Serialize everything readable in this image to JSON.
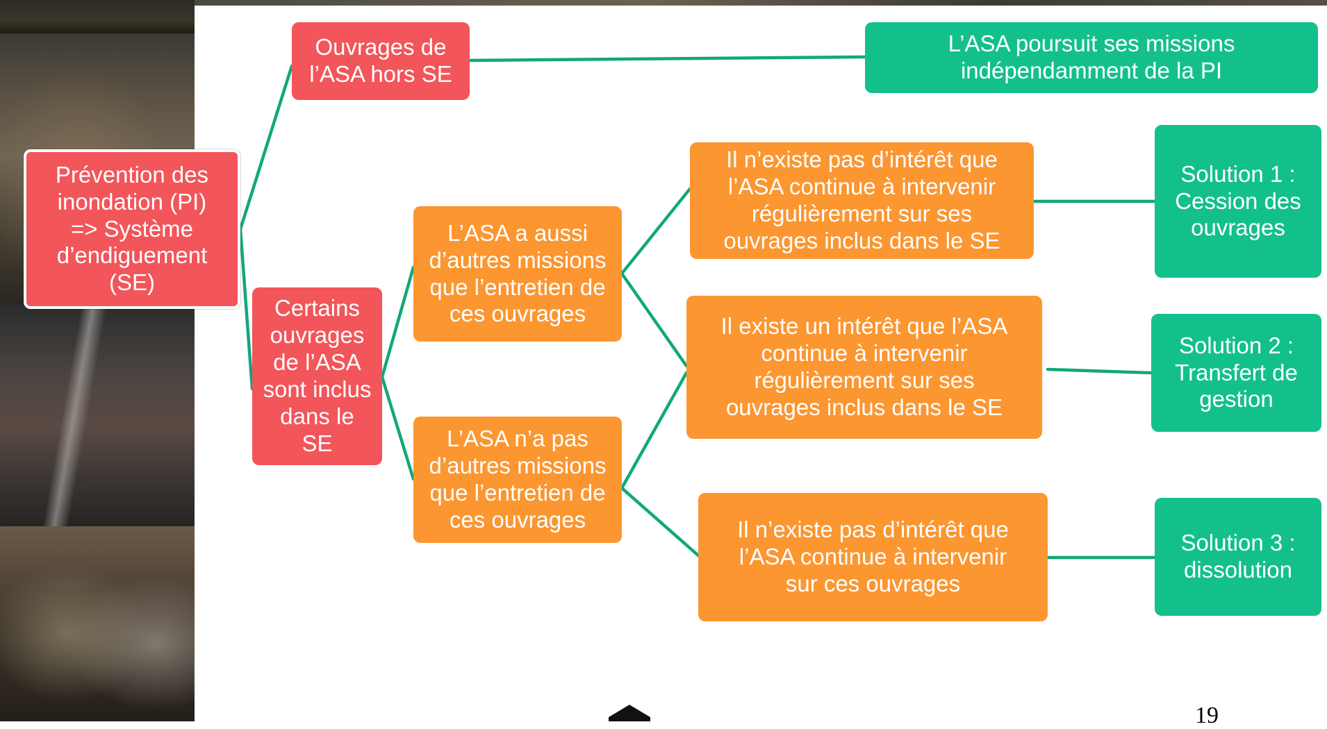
{
  "nodes": {
    "root": "Prévention des\ninondation (PI)\n=> Système\nd’endiguement\n(SE)",
    "hors_se": "Ouvrages de\nl’ASA hors SE",
    "mission_indep": "L’ASA poursuit ses missions\nindépendamment de la PI",
    "inclus_se": "Certains\nouvrages\nde l’ASA\nsont inclus\ndans le\nSE",
    "autres_missions": "L’ASA a aussi\nd’autres missions\nque l’entretien de\nces ouvrages",
    "pas_autres_missions": "L’ASA n’a pas\nd’autres missions\nque l’entretien de\nces ouvrages",
    "pas_interet_reg": "Il n’existe pas d’intérêt que\nl’ASA  continue à intervenir\nrégulièrement sur ses\nouvrages inclus dans le SE",
    "interet_reg": "Il existe un intérêt que l’ASA\ncontinue à intervenir\nrégulièrement sur ses\nouvrages inclus dans le SE",
    "pas_interet": "Il n’existe pas d’intérêt que\nl’ASA continue à intervenir\nsur ces ouvrages",
    "solution1": "Solution 1 :\nCession des\nouvrages",
    "solution2": "Solution 2 :\nTransfert de\ngestion",
    "solution3": "Solution 3 :\ndissolution"
  },
  "page_number": "19",
  "colors": {
    "red": "#f2555a",
    "orange": "#fb9631",
    "green": "#13c08c",
    "connector": "#11a87a"
  }
}
